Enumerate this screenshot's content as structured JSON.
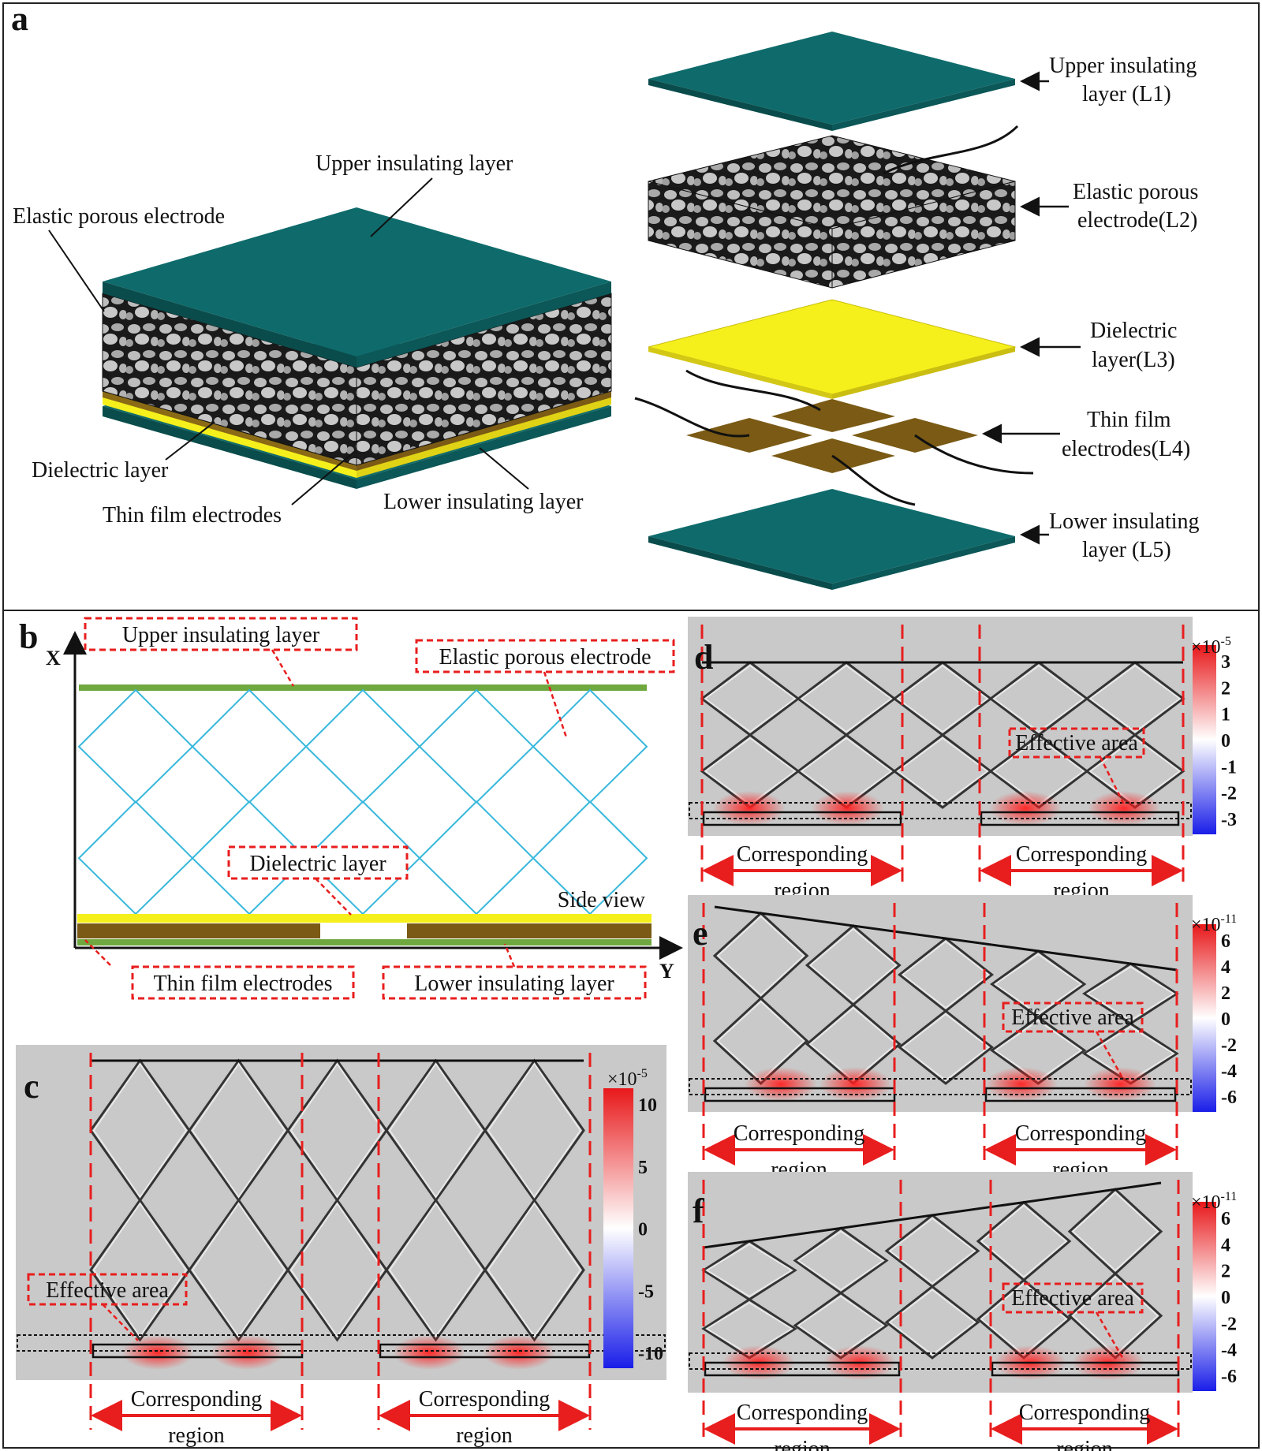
{
  "panel_a": {
    "label": "a",
    "assembled": {
      "upper": "Upper insulating layer",
      "porous": "Elastic porous electrode",
      "dielectric": "Dielectric layer",
      "thin_film": "Thin film electrodes",
      "lower": "Lower insulating layer"
    },
    "exploded": {
      "l1": [
        "Upper insulating",
        "layer (L1)"
      ],
      "l2": [
        "Elastic porous",
        "electrode(L2)"
      ],
      "l3": [
        "Dielectric",
        "layer(L3)"
      ],
      "l4": [
        "Thin film",
        "electrodes(L4)"
      ],
      "l5": [
        "Lower insulating",
        "layer (L5)"
      ]
    }
  },
  "panel_b": {
    "label": "b",
    "axis_x": "X",
    "axis_y": "Y",
    "labels": {
      "upper": "Upper insulating layer",
      "porous": "Elastic porous electrode",
      "dielectric": "Dielectric layer",
      "side_view": "Side view",
      "thin_film": "Thin film electrodes",
      "lower": "Lower insulating layer"
    }
  },
  "panel_c": {
    "label": "c",
    "effective": "Effective area",
    "region": [
      "Corresponding",
      "region"
    ],
    "colorbar": {
      "exponent_base": "×10",
      "exponent": "-5",
      "ticks": [
        "10",
        "5",
        "0",
        "-5",
        "-10"
      ]
    }
  },
  "panel_d": {
    "label": "d",
    "effective": "Effective area",
    "region": [
      "Corresponding",
      "region"
    ],
    "colorbar": {
      "exponent_base": "×10",
      "exponent": "-5",
      "ticks": [
        "3",
        "2",
        "1",
        "0",
        "-1",
        "-2",
        "-3"
      ]
    }
  },
  "panel_e": {
    "label": "e",
    "effective": "Effective area",
    "region": [
      "Corresponding",
      "region"
    ],
    "colorbar": {
      "exponent_base": "×10",
      "exponent": "-11",
      "ticks": [
        "6",
        "4",
        "2",
        "0",
        "-2",
        "-4",
        "-6"
      ]
    }
  },
  "panel_f": {
    "label": "f",
    "effective": "Effective area",
    "region": [
      "Corresponding",
      "region"
    ],
    "colorbar": {
      "exponent_base": "×10",
      "exponent": "-11",
      "ticks": [
        "6",
        "4",
        "2",
        "0",
        "-2",
        "-4",
        "-6"
      ]
    }
  },
  "colors": {
    "insulating": "#0e5a5a",
    "dielectric": "#f5ef1c",
    "electrode": "#7a5a14",
    "mesh_b": "#38b8dc",
    "green_b": "#6fa83e",
    "red_dash": "#e81e1e",
    "sim_bg": "#c9c9c9"
  }
}
